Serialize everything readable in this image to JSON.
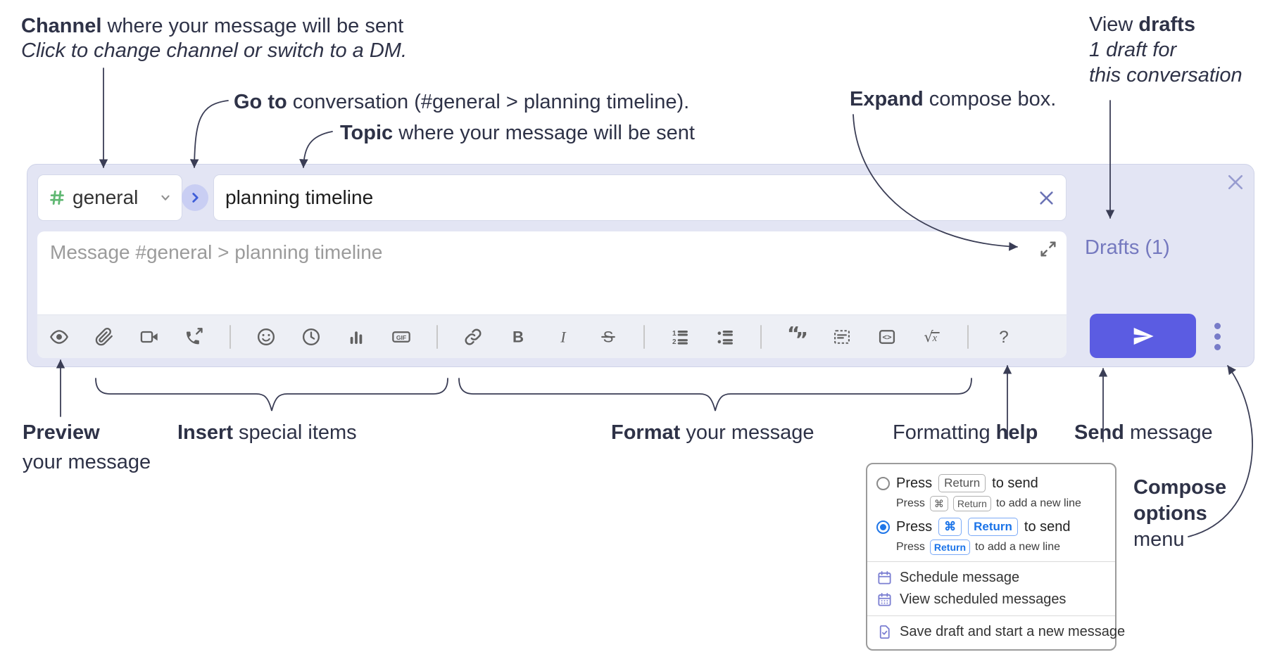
{
  "annotations": {
    "channel": {
      "bold": "Channel",
      "text": " where your message will be sent",
      "italic": "Click to change channel or switch to a DM."
    },
    "goto": {
      "bold": "Go to",
      "text": " conversation (#general > planning timeline)."
    },
    "topic": {
      "bold": "Topic",
      "text": " where your message will be sent"
    },
    "expand": {
      "bold": "Expand",
      "text": " compose box."
    },
    "view_drafts": {
      "text": "View ",
      "bold": "drafts",
      "italic_line1": "1 draft for",
      "italic_line2": "this conversation"
    },
    "preview": {
      "bold": "Preview",
      "line2": "your message"
    },
    "insert": {
      "bold": "Insert",
      "text": " special items"
    },
    "format": {
      "bold": "Format",
      "text": " your message"
    },
    "formatting_help": {
      "text": "Formatting ",
      "bold": "help"
    },
    "send": {
      "bold": "Send",
      "text": " message"
    },
    "compose_options": {
      "bold_line1": "Compose",
      "bold_line2": "options",
      "line3": "menu"
    }
  },
  "composebox": {
    "channel_selector": {
      "channel_name": "general"
    },
    "topic_input": {
      "value": "planning timeline"
    },
    "message_input": {
      "placeholder": "Message #general > planning timeline"
    },
    "drafts_link": "Drafts (1)",
    "glyphs": {
      "gif": "GIF",
      "bold": "B",
      "italic": "I",
      "strike": "S",
      "ol1": "1",
      "ol2": "2",
      "quote_open": "“",
      "quote_close": "”",
      "code": "<>",
      "sqrt": "√",
      "x": "x",
      "help": "?"
    },
    "toolbar_icons": [
      "preview",
      "attach-file",
      "video-call",
      "voice-call",
      "emoji",
      "time",
      "poll",
      "gif",
      "link",
      "bold",
      "italic",
      "strikethrough",
      "numbered-list",
      "bulleted-list",
      "quote",
      "spoiler",
      "code",
      "math",
      "help"
    ],
    "colors": {
      "container_bg": "#e3e5f4",
      "send_button": "#5b5ce2",
      "drafts_link": "#7579bf",
      "hash_green": "#61b873",
      "go_chevron_blue": "#3f5ed8",
      "accent_radio_blue": "#1f76e8"
    }
  },
  "options_menu": {
    "radio_options": [
      {
        "selected": false,
        "main_prefix": "Press",
        "main_key": "Return",
        "main_suffix": "to send",
        "sub_prefix": "Press",
        "sub_keys": [
          "⌘",
          "Return"
        ],
        "sub_suffix": "to add a new line"
      },
      {
        "selected": true,
        "main_prefix": "Press",
        "main_keys": [
          "⌘",
          "Return"
        ],
        "main_suffix": "to send",
        "sub_prefix": "Press",
        "sub_key": "Return",
        "sub_suffix": "to add a new line"
      }
    ],
    "items": [
      {
        "icon": "calendar-icon",
        "label": "Schedule message"
      },
      {
        "icon": "calendar-grid-icon",
        "label": "View scheduled messages"
      },
      {
        "icon": "save-draft-icon",
        "label": "Save draft and start a new message"
      }
    ]
  }
}
